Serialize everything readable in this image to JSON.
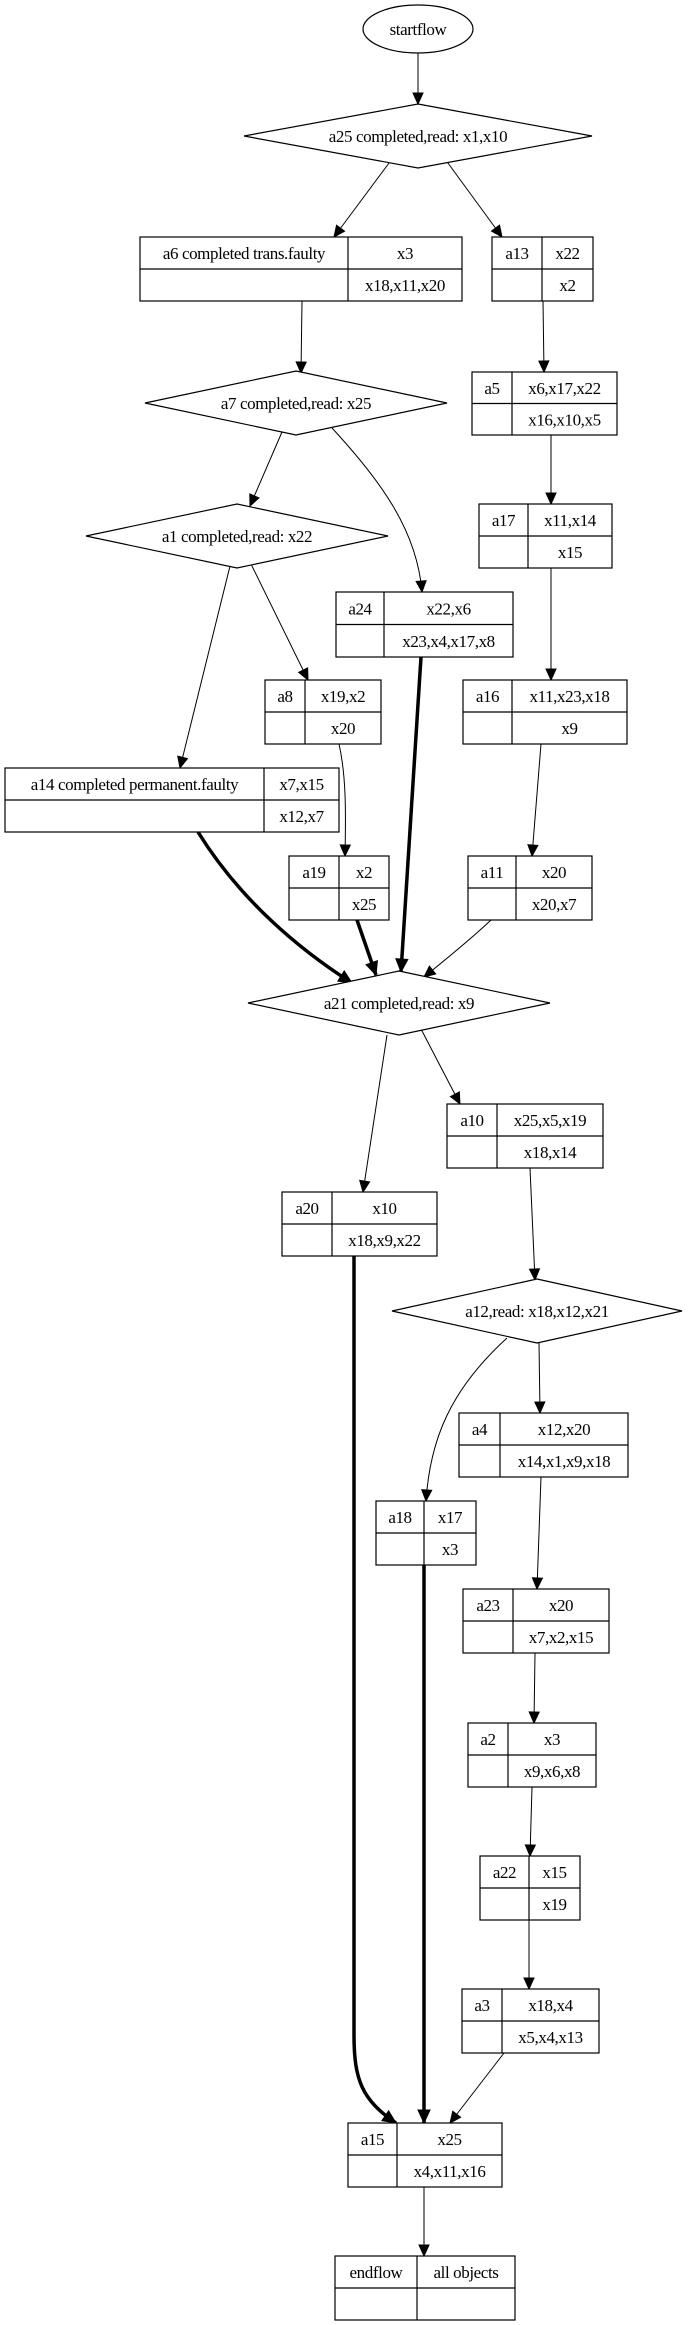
{
  "diagram": {
    "type": "workflow-graph",
    "nodes": [
      {
        "id": "startflow",
        "shape": "ellipse",
        "label": "startflow"
      },
      {
        "id": "a25",
        "shape": "diamond",
        "label": "a25 completed,read: x1,x10"
      },
      {
        "id": "a6",
        "shape": "record",
        "cells": [
          "a6 completed trans.faulty",
          "x3",
          "",
          "x18,x11,x20"
        ]
      },
      {
        "id": "a13",
        "shape": "record",
        "cells": [
          "a13",
          "x22",
          "",
          "x2"
        ]
      },
      {
        "id": "a7",
        "shape": "diamond",
        "label": "a7 completed,read: x25"
      },
      {
        "id": "a5",
        "shape": "record",
        "cells": [
          "a5",
          "x6,x17,x22",
          "",
          "x16,x10,x5"
        ]
      },
      {
        "id": "a1",
        "shape": "diamond",
        "label": "a1 completed,read: x22"
      },
      {
        "id": "a17",
        "shape": "record",
        "cells": [
          "a17",
          "x11,x14",
          "",
          "x15"
        ]
      },
      {
        "id": "a24",
        "shape": "record",
        "cells": [
          "a24",
          "x22,x6",
          "",
          "x23,x4,x17,x8"
        ]
      },
      {
        "id": "a8",
        "shape": "record",
        "cells": [
          "a8",
          "x19,x2",
          "",
          "x20"
        ]
      },
      {
        "id": "a16",
        "shape": "record",
        "cells": [
          "a16",
          "x11,x23,x18",
          "",
          "x9"
        ]
      },
      {
        "id": "a14",
        "shape": "record",
        "cells": [
          "a14 completed permanent.faulty",
          "x7,x15",
          "",
          "x12,x7"
        ]
      },
      {
        "id": "a19",
        "shape": "record",
        "cells": [
          "a19",
          "x2",
          "",
          "x25"
        ]
      },
      {
        "id": "a11",
        "shape": "record",
        "cells": [
          "a11",
          "x20",
          "",
          "x20,x7"
        ]
      },
      {
        "id": "a21",
        "shape": "diamond",
        "label": "a21 completed,read: x9"
      },
      {
        "id": "a10",
        "shape": "record",
        "cells": [
          "a10",
          "x25,x5,x19",
          "",
          "x18,x14"
        ]
      },
      {
        "id": "a20",
        "shape": "record",
        "cells": [
          "a20",
          "x10",
          "",
          "x18,x9,x22"
        ]
      },
      {
        "id": "a12",
        "shape": "diamond",
        "label": "a12,read: x18,x12,x21"
      },
      {
        "id": "a4",
        "shape": "record",
        "cells": [
          "a4",
          "x12,x20",
          "",
          "x14,x1,x9,x18"
        ]
      },
      {
        "id": "a18",
        "shape": "record",
        "cells": [
          "a18",
          "x17",
          "",
          "x3"
        ]
      },
      {
        "id": "a23",
        "shape": "record",
        "cells": [
          "a23",
          "x20",
          "",
          "x7,x2,x15"
        ]
      },
      {
        "id": "a2",
        "shape": "record",
        "cells": [
          "a2",
          "x3",
          "",
          "x9,x6,x8"
        ]
      },
      {
        "id": "a22",
        "shape": "record",
        "cells": [
          "a22",
          "x15",
          "",
          "x19"
        ]
      },
      {
        "id": "a3",
        "shape": "record",
        "cells": [
          "a3",
          "x18,x4",
          "",
          "x5,x4,x13"
        ]
      },
      {
        "id": "a15",
        "shape": "record",
        "cells": [
          "a15",
          "x25",
          "",
          "x4,x11,x16"
        ]
      },
      {
        "id": "endflow",
        "shape": "record",
        "cells": [
          "endflow",
          "all objects",
          "",
          ""
        ]
      }
    ],
    "edges": [
      {
        "from": "startflow",
        "to": "a25",
        "bold": false
      },
      {
        "from": "a25",
        "to": "a6",
        "bold": false
      },
      {
        "from": "a25",
        "to": "a13",
        "bold": false
      },
      {
        "from": "a6",
        "to": "a7",
        "bold": false
      },
      {
        "from": "a13",
        "to": "a5",
        "bold": false
      },
      {
        "from": "a7",
        "to": "a1",
        "bold": false
      },
      {
        "from": "a7",
        "to": "a24",
        "bold": false
      },
      {
        "from": "a5",
        "to": "a17",
        "bold": false
      },
      {
        "from": "a1",
        "to": "a14",
        "bold": false
      },
      {
        "from": "a1",
        "to": "a8",
        "bold": false
      },
      {
        "from": "a17",
        "to": "a16",
        "bold": false
      },
      {
        "from": "a8",
        "to": "a19",
        "bold": false
      },
      {
        "from": "a16",
        "to": "a11",
        "bold": false
      },
      {
        "from": "a14",
        "to": "a21",
        "bold": true
      },
      {
        "from": "a19",
        "to": "a21",
        "bold": true
      },
      {
        "from": "a24",
        "to": "a21",
        "bold": true
      },
      {
        "from": "a11",
        "to": "a21",
        "bold": false
      },
      {
        "from": "a21",
        "to": "a20",
        "bold": false
      },
      {
        "from": "a21",
        "to": "a10",
        "bold": false
      },
      {
        "from": "a10",
        "to": "a12",
        "bold": false
      },
      {
        "from": "a12",
        "to": "a18",
        "bold": false
      },
      {
        "from": "a12",
        "to": "a4",
        "bold": false
      },
      {
        "from": "a4",
        "to": "a23",
        "bold": false
      },
      {
        "from": "a23",
        "to": "a2",
        "bold": false
      },
      {
        "from": "a2",
        "to": "a22",
        "bold": false
      },
      {
        "from": "a22",
        "to": "a3",
        "bold": false
      },
      {
        "from": "a20",
        "to": "a15",
        "bold": true
      },
      {
        "from": "a18",
        "to": "a15",
        "bold": true
      },
      {
        "from": "a3",
        "to": "a15",
        "bold": false
      },
      {
        "from": "a15",
        "to": "endflow",
        "bold": false
      }
    ]
  }
}
